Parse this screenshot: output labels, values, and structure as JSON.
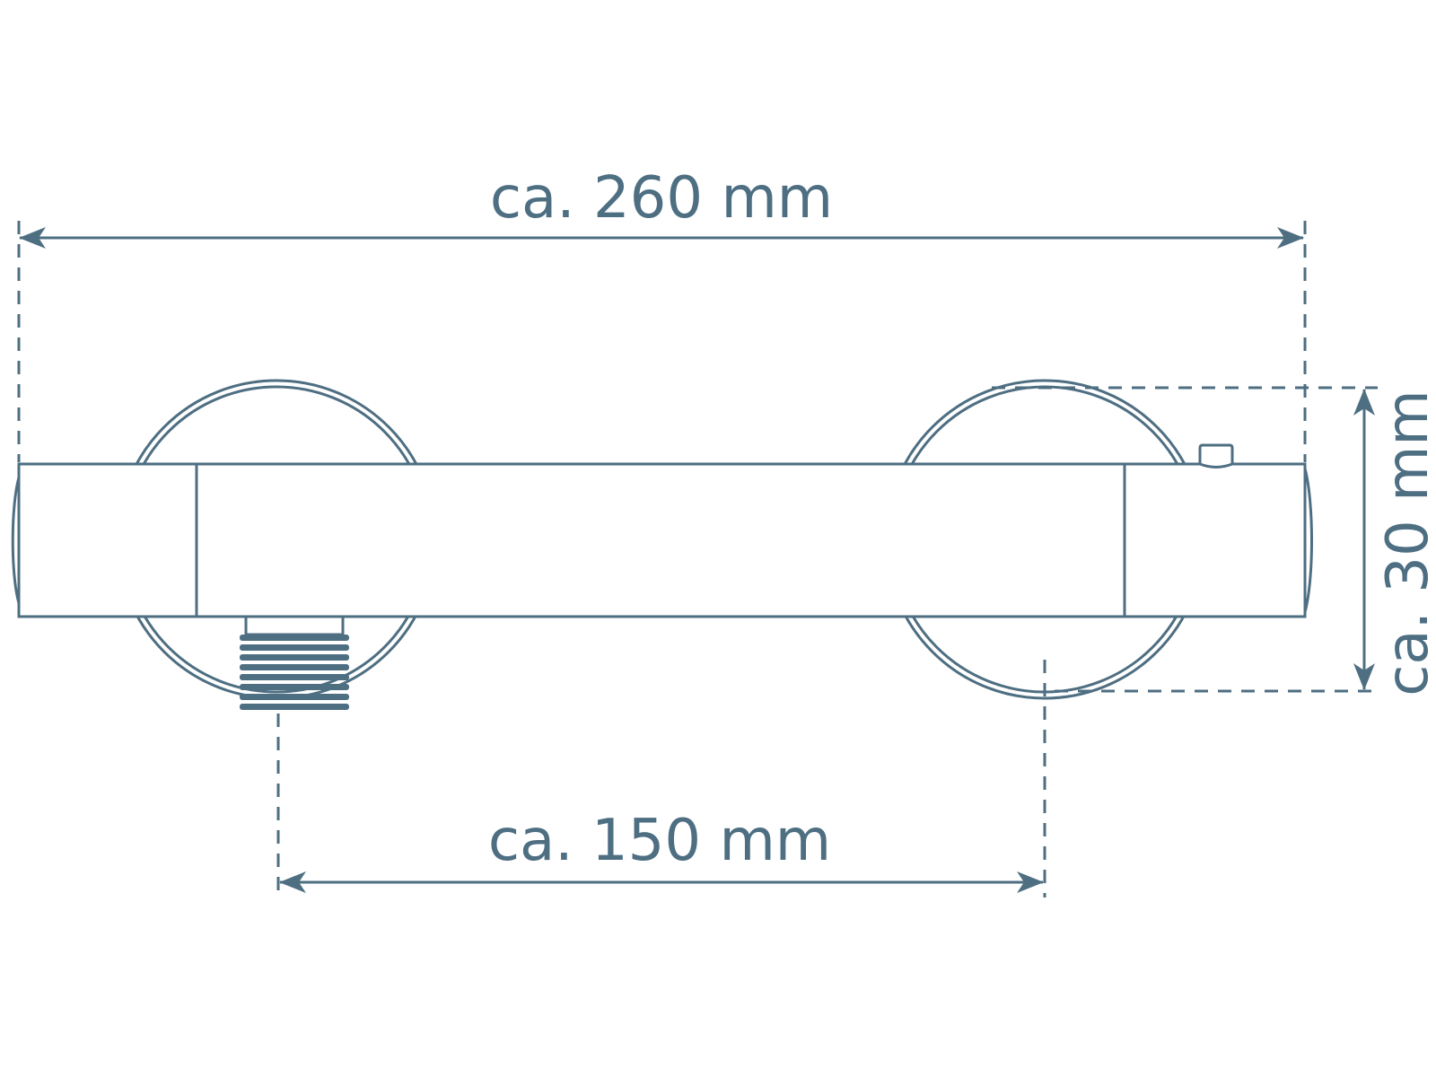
{
  "colors": {
    "line": "#4e6e82",
    "background": "#ffffff"
  },
  "dimensions": {
    "total_length": "ca. 260 mm",
    "connection_spacing": "ca. 150 mm",
    "body_height": "ca. 30 mm"
  }
}
